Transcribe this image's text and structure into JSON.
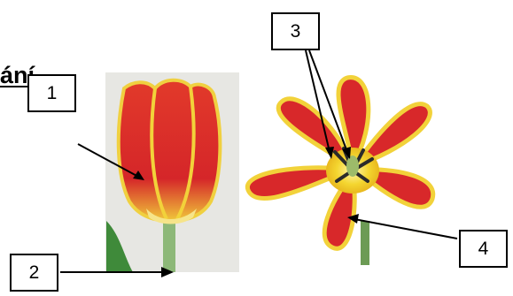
{
  "heading": {
    "fragment": "ání"
  },
  "labels": [
    {
      "id": "1",
      "text": "1"
    },
    {
      "id": "2",
      "text": "2"
    },
    {
      "id": "3",
      "text": "3"
    },
    {
      "id": "4",
      "text": "4"
    }
  ],
  "colors": {
    "petal_red": "#d8282a",
    "petal_yellow": "#f2d23a",
    "stem_green": "#7fae6a",
    "leaf_green": "#3f8a3a",
    "photo_background": "#e6e6e2",
    "arrow": "#000000"
  }
}
